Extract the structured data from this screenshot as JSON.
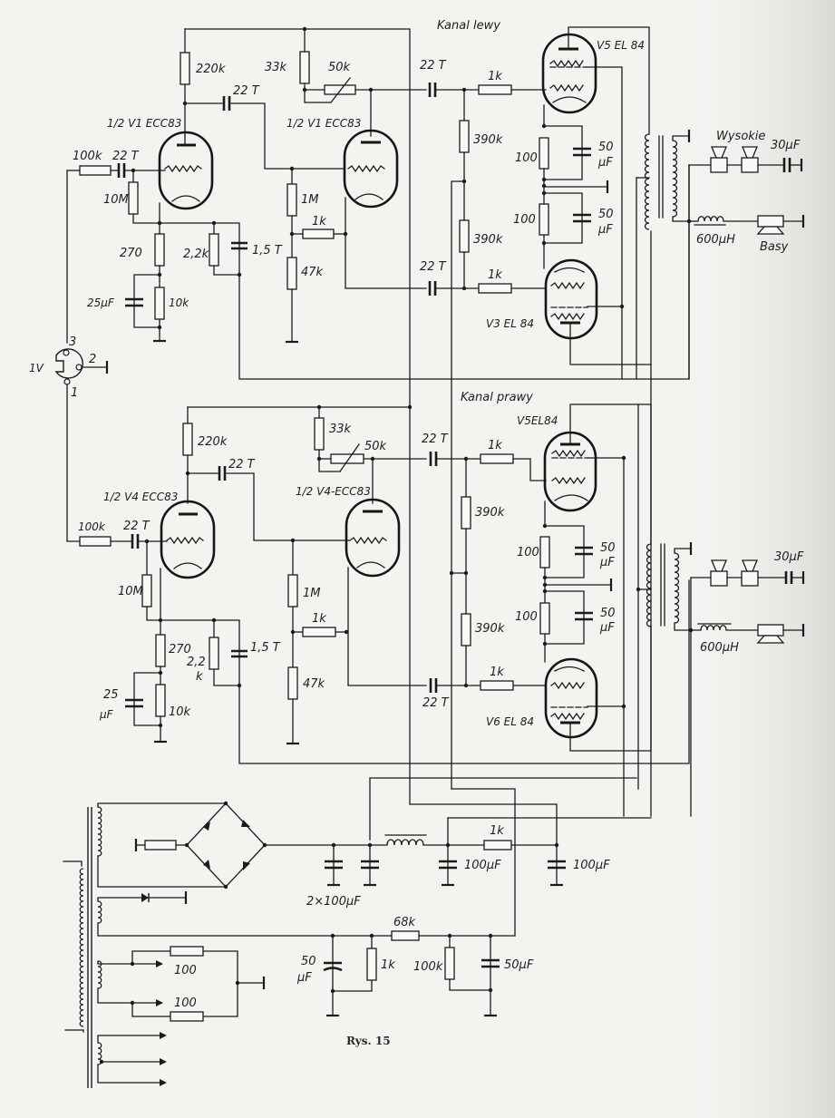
{
  "figure": {
    "caption": "Rys. 15",
    "colors": {
      "ink": "#1b1b1b",
      "paper": "#f4f3f0"
    }
  },
  "channels": {
    "left": {
      "title": "Kanal lewy",
      "tubes": {
        "v1a": "1/2 V1 ECC83",
        "v1b": "1/2 V1 ECC83",
        "v5": "V5 EL 84",
        "v3": "V3 EL 84"
      },
      "input": {
        "r_series": "100k",
        "c_in": "22 T",
        "r_grid": "10M",
        "r_cathode": "270",
        "c_cathode": "25µF",
        "r_cathode2": "10k",
        "r_fb": "2,2k",
        "c_fb": "1,5 T"
      },
      "stage1": {
        "r_anode": "220k",
        "c_couple": "22 T"
      },
      "stage2": {
        "r_33k": "33k",
        "pot": "50k",
        "r_grid": "1M",
        "r_1k": "1k",
        "r_47k": "47k"
      },
      "phase": {
        "c_top": "22 T",
        "c_bot": "22 T",
        "r_top": "1k",
        "r_bot": "1k",
        "r_div1": "390k",
        "r_div2": "390k"
      },
      "cathode": {
        "r1": "100",
        "c1": "50",
        "c1u": "µF",
        "r2": "100",
        "c2": "50",
        "c2u": "µF"
      },
      "output": {
        "tweeter_label": "Wysokie",
        "c_tweet": "30µF",
        "choke": "600µH",
        "bass_label": "Basy"
      }
    },
    "right": {
      "title": "Kanal prawy",
      "tubes": {
        "v4a": "1/2 V4 ECC83",
        "v4b": "1/2 V4-ECC83",
        "v5": "V5EL84",
        "v6": "V6 EL 84"
      },
      "input": {
        "r_series": "100k",
        "c_in": "22 T",
        "r_grid": "10M",
        "r_cathode": "270",
        "c_cathode_a": "25",
        "c_cathode_b": "µF",
        "r_cathode2": "10k",
        "r_fb_a": "2,2",
        "r_fb_b": "k",
        "c_fb": "1,5 T"
      },
      "stage1": {
        "r_anode": "220k",
        "c_couple": "22 T"
      },
      "stage2": {
        "r_33k": "33k",
        "pot": "50k",
        "r_grid": "1M",
        "r_1k": "1k",
        "r_47k": "47k"
      },
      "phase": {
        "c_top": "22 T",
        "c_bot": "22 T",
        "r_top": "1k",
        "r_bot": "1k",
        "r_div1": "390k",
        "r_div2": "390k"
      },
      "cathode": {
        "r1": "100",
        "c1": "50",
        "c1u": "µF",
        "r2": "100",
        "c2": "50",
        "c2u": "µF"
      },
      "output": {
        "c_tweet": "30µF",
        "choke": "600µH"
      }
    }
  },
  "socket": {
    "level": "1V",
    "pin1": "1",
    "pin2": "2",
    "pin3": "3"
  },
  "power_supply": {
    "c_filter_pair": "2×100µF",
    "r_filter": "1k",
    "c1": "100µF",
    "c2": "100µF",
    "r_68k": "68k",
    "c_bias": "50",
    "c_bias_u": "µF",
    "r_bias": "1k",
    "r_100k": "100k",
    "c_50": "50µF",
    "r_heater1": "100",
    "r_heater2": "100"
  }
}
